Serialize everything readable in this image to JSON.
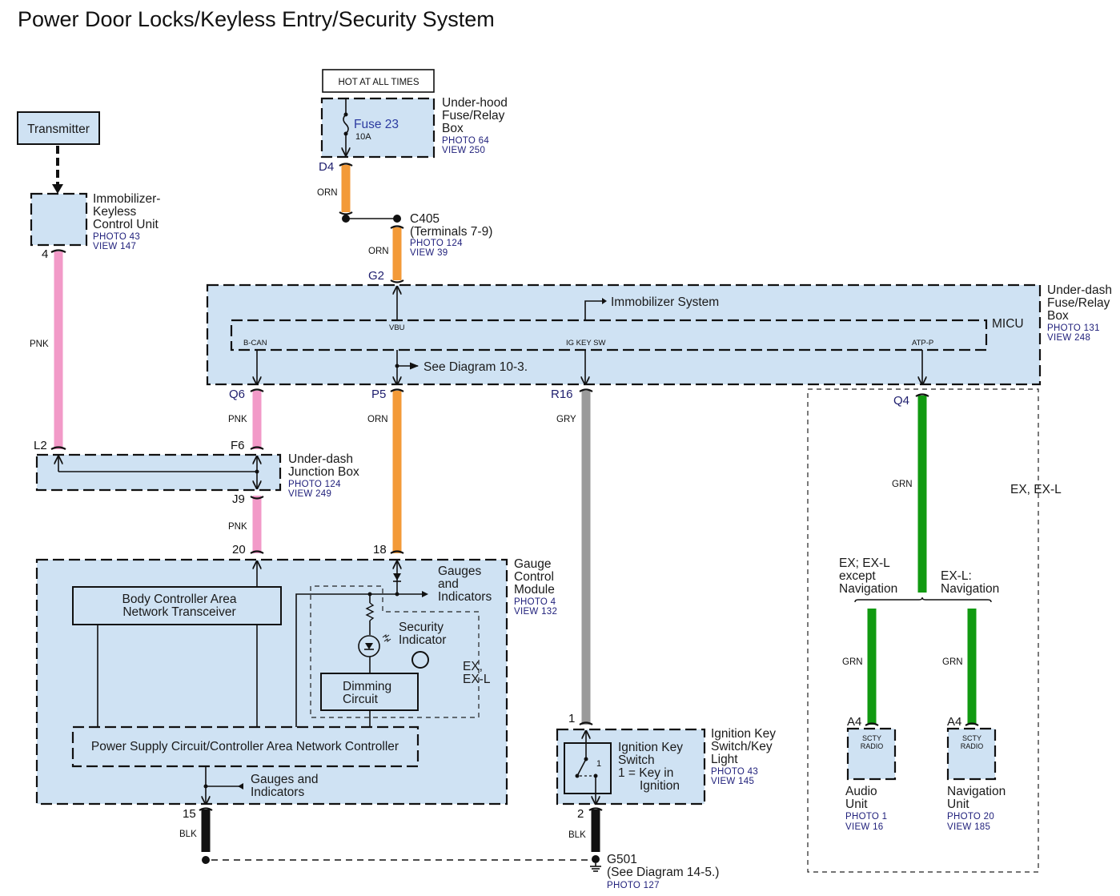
{
  "title": "Power Door Locks/Keyless Entry/Security System",
  "colors": {
    "module_fill": "#cfe2f3",
    "wire_pnk": "#f29ac8",
    "wire_orn": "#f39a38",
    "wire_gry": "#9a9a9a",
    "wire_grn": "#119a11",
    "wire_blk": "#111111",
    "ref_text": "#1e1e7a"
  },
  "hot_label": "HOT AT ALL TIMES",
  "transmitter": {
    "label": "Transmitter"
  },
  "immobilizer_unit": {
    "name_lines": [
      "Immobilizer-",
      "Keyless",
      "Control Unit"
    ],
    "photo": "PHOTO 43",
    "view": "VIEW 147",
    "pin": "4"
  },
  "underhood_box": {
    "name_lines": [
      "Under-hood",
      "Fuse/Relay",
      "Box"
    ],
    "photo": "PHOTO 64",
    "view": "VIEW 250",
    "fuse_label": "Fuse 23",
    "fuse_rating": "10A",
    "pin": "D4"
  },
  "c405": {
    "name": "C405",
    "terminals": "(Terminals 7-9)",
    "photo": "PHOTO 124",
    "view": "VIEW 39"
  },
  "underdash_fuse_box": {
    "name_lines": [
      "Under-dash",
      "Fuse/Relay",
      "Box"
    ],
    "photo": "PHOTO 131",
    "view": "VIEW 248",
    "micu_label": "MICU",
    "immobilizer_ref": "Immobilizer System",
    "see_diagram": "See Diagram 10-3.",
    "signals": {
      "vbu": "VBU",
      "bcan": "B-CAN",
      "igkeysw": "IG KEY SW",
      "atpp": "ATP-P"
    },
    "pins": {
      "g2": "G2",
      "q6": "Q6",
      "p5": "P5",
      "r16": "R16",
      "q4": "Q4"
    }
  },
  "underdash_junction_box": {
    "name_lines": [
      "Under-dash",
      "Junction Box"
    ],
    "photo": "PHOTO 124",
    "view": "VIEW 249",
    "pins": {
      "l2": "L2",
      "f6": "F6",
      "j9": "J9"
    }
  },
  "gauge_module": {
    "name_lines": [
      "Gauge",
      "Control",
      "Module"
    ],
    "photo": "PHOTO 4",
    "view": "VIEW 132",
    "pins": {
      "p20": "20",
      "p18": "18",
      "p15": "15"
    },
    "transceiver_lines": [
      "Body Controller Area",
      "Network Transceiver"
    ],
    "power_supply": "Power Supply Circuit/Controller Area Network Controller",
    "gauges_top_lines": [
      "Gauges",
      "and",
      "Indicators"
    ],
    "gauges_bottom_lines": [
      "Gauges and",
      "Indicators"
    ],
    "security_indicator_lines": [
      "Security",
      "Indicator"
    ],
    "dimming_lines": [
      "Dimming",
      "Circuit"
    ],
    "variant_lines": [
      "EX,",
      "EX-L"
    ]
  },
  "ignition_switch": {
    "name_lines": [
      "Ignition Key",
      "Switch/Key",
      "Light"
    ],
    "photo": "PHOTO 43",
    "view": "VIEW 145",
    "inner_lines": [
      "Ignition Key",
      "Switch",
      "1 = Key in",
      "Ignition"
    ],
    "contact_label": "1",
    "pin_top": "1",
    "pin_bottom": "2"
  },
  "ground": {
    "name": "G501",
    "see": "(See Diagram 14-5.)",
    "photo": "PHOTO 127"
  },
  "wire_colors": {
    "pnk": "PNK",
    "orn": "ORN",
    "gry": "GRY",
    "grn": "GRN",
    "blk": "BLK"
  },
  "ex_region": {
    "variant": "EX, EX-L",
    "branch_left_lines": [
      "EX; EX-L",
      "except",
      "Navigation"
    ],
    "branch_right_lines": [
      "EX-L:",
      "Navigation"
    ]
  },
  "audio_unit": {
    "name_lines": [
      "Audio",
      "Unit"
    ],
    "photo": "PHOTO 1",
    "view": "VIEW 16",
    "pin": "A4",
    "terminal_lines": [
      "SCTY",
      "RADIO"
    ]
  },
  "navigation_unit": {
    "name_lines": [
      "Navigation",
      "Unit"
    ],
    "photo": "PHOTO 20",
    "view": "VIEW 185",
    "pin": "A4",
    "terminal_lines": [
      "SCTY",
      "RADIO"
    ]
  }
}
